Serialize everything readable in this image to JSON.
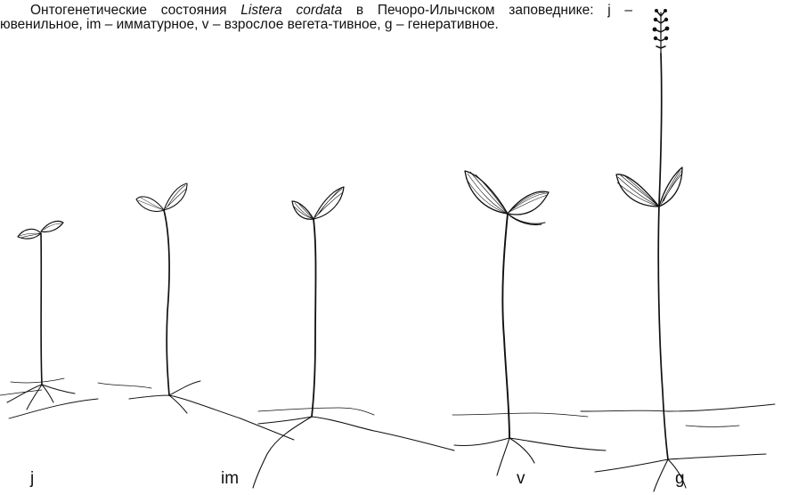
{
  "caption": {
    "prefix": "Онтогенетические состояния ",
    "species": "Listera cordata",
    "suffix": " в Печоро-Илычском заповеднике: j – ювенильное, im – имматурное, v – взрослое вегета-тивное, g – генеративное."
  },
  "labels": {
    "j": "j",
    "im": "im",
    "v": "v",
    "g": "g"
  },
  "colors": {
    "ink": "#111111",
    "background": "#ffffff"
  }
}
